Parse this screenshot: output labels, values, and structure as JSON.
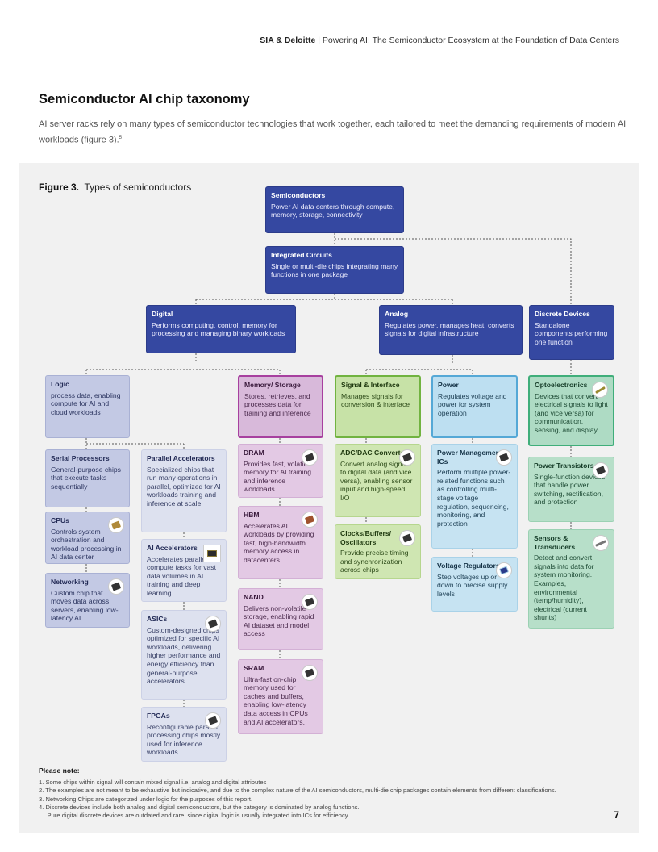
{
  "header": {
    "brand": "SIA & Deloitte",
    "separator": " | ",
    "subtitle": "Powering AI: The Semiconductor Ecosystem at the Foundation of Data Centers"
  },
  "section": {
    "title": "Semiconductor AI chip taxonomy",
    "intro": "AI server racks rely on many types of semiconductor technologies that work together, each tailored to meet the demanding requirements of modern AI workloads (figure 3).",
    "intro_sup": "5"
  },
  "figure": {
    "label": "Figure 3.",
    "title": "Types of semiconductors",
    "nodes": {
      "semiconductors": {
        "title": "Semiconductors",
        "desc": "Power AI data centers through compute, memory, storage, connectivity"
      },
      "integrated_circuits": {
        "title": "Integrated Circuits",
        "desc": "Single or multi-die chips integrating many functions in one package"
      },
      "digital": {
        "title": "Digital",
        "desc": "Performs computing, control, memory for processing and managing binary workloads"
      },
      "analog": {
        "title": "Analog",
        "desc": "Regulates power, manages heat, converts signals for digital infrastructure"
      },
      "discrete": {
        "title": "Discrete Devices",
        "desc": "Standalone components performing one function"
      },
      "logic": {
        "title": "Logic",
        "desc": "process data, enabling compute for AI and cloud workloads"
      },
      "memory": {
        "title": "Memory/ Storage",
        "desc": "Stores, retrieves, and processes data for training and inference"
      },
      "signal": {
        "title": "Signal & Interface",
        "desc": "Manages signals for conversion & interface"
      },
      "power": {
        "title": "Power",
        "desc": "Regulates voltage and power for system operation"
      },
      "opto": {
        "title": "Optoelectronics",
        "desc": "Devices that convert electrical signals to light (and vice versa) for communication, sensing, and display"
      },
      "serial": {
        "title": "Serial Processors",
        "desc": "General-purpose chips that execute tasks sequentially"
      },
      "parallel": {
        "title": "Parallel Accelerators",
        "desc": "Specialized chips that run many operations in parallel, optimized for AI workloads training and inference at scale"
      },
      "cpus": {
        "title": "CPUs",
        "desc": "Controls system orchestration and workload processing in AI data center"
      },
      "networking": {
        "title": "Networking",
        "desc": "Custom chip that moves data across servers, enabling low-latency AI"
      },
      "ai_accel": {
        "title": "AI Accelerators",
        "desc": "Accelerates parallel compute tasks for vast data volumes in AI training and deep learning"
      },
      "asics": {
        "title": "ASICs",
        "desc": "Custom-designed chips optimized for specific AI workloads, delivering higher performance and energy efficiency than general-purpose accelerators."
      },
      "fpgas": {
        "title": "FPGAs",
        "desc": "Reconfigurable parallel processing chips mostly used for inference workloads"
      },
      "dram": {
        "title": "DRAM",
        "desc": "Provides fast, volatile memory for AI training and inference workloads"
      },
      "hbm": {
        "title": "HBM",
        "desc": "Accelerates AI workloads by providing fast, high-bandwidth memory access in datacenters"
      },
      "nand": {
        "title": "NAND",
        "desc": "Delivers non-volatile storage, enabling rapid AI dataset and model access"
      },
      "sram": {
        "title": "SRAM",
        "desc": "Ultra-fast on-chip memory used for caches and buffers, enabling low-latency data access in CPUs and AI accelerators."
      },
      "adc": {
        "title": "ADC/DAC Convertors",
        "desc": "Convert analog signals to digital data (and vice versa), enabling sensor input and high-speed I/O"
      },
      "clocks": {
        "title": "Clocks/Buffers/ Oscillators",
        "desc": "Provide precise timing and synchronization across chips"
      },
      "pmic": {
        "title": "Power Management ICs",
        "desc": "Perform multiple power-related functions such as controlling multi-stage voltage regulation, sequencing, monitoring, and protection"
      },
      "vreg": {
        "title": "Voltage Regulators",
        "desc": "Step voltages up or down to precise supply levels"
      },
      "ptrans": {
        "title": "Power Transistors",
        "desc": "Single-function devices that handle power switching, rectification, and protection"
      },
      "sensors": {
        "title": "Sensors & Transducers",
        "desc": "Detect and convert signals into data for system monitoring. Examples, environmental (temp/humidity), electrical (current shunts)"
      }
    }
  },
  "notes": {
    "title": "Please note:",
    "items": [
      "1.  Some chips within signal will contain mixed signal i.e. analog and digital attributes",
      "2.  The examples are not meant to be exhaustive but indicative, and due to the complex nature of the AI semiconductors, multi-die chip packages contain elements from different classifications.",
      "3.  Networking Chips are categorized under logic for the purposes of this report.",
      "4.  Discrete devices include both analog and digital semiconductors, but the category is dominated by analog functions.",
      "     Pure digital discrete devices are outdated and rare, since digital logic is usually integrated into ICs for efficiency."
    ]
  },
  "page_number": "7"
}
